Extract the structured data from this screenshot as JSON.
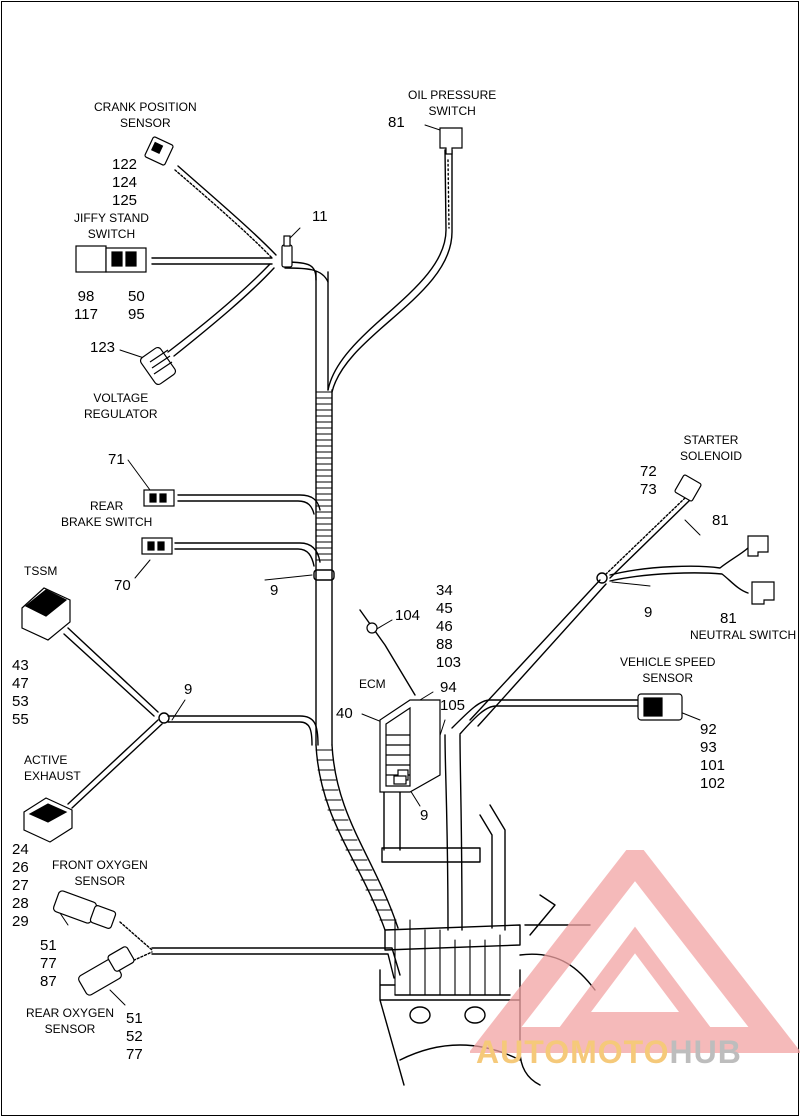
{
  "components": {
    "crank_position_sensor": {
      "label": "CRANK POSITION\nSENSOR",
      "refs": [
        "122",
        "124",
        "125"
      ]
    },
    "oil_pressure_switch": {
      "label": "OIL PRESSURE\nSWITCH",
      "ref": "81"
    },
    "clip_top": {
      "ref": "11"
    },
    "jiffy_stand_switch": {
      "label": "JIFFY STAND\nSWITCH",
      "refs_left": [
        "98",
        "117"
      ],
      "refs_right": [
        "50",
        "95"
      ]
    },
    "voltage_regulator": {
      "label": "VOLTAGE\nREGULATOR",
      "ref": "123"
    },
    "rear_brake_switch": {
      "label": "REAR\nBRAKE SWITCH",
      "ref": "71"
    },
    "connector_70": {
      "ref": "70"
    },
    "clip_9_left_upper": {
      "ref": "9"
    },
    "tssm": {
      "label": "TSSM",
      "refs": [
        "43",
        "47",
        "53",
        "55"
      ]
    },
    "clip_9_left_mid": {
      "ref": "9"
    },
    "active_exhaust": {
      "label": "ACTIVE\nEXHAUST",
      "refs": [
        "24",
        "26",
        "27",
        "28",
        "29"
      ]
    },
    "front_oxygen_sensor": {
      "label": "FRONT OXYGEN\nSENSOR",
      "refs": [
        "51",
        "77",
        "87"
      ]
    },
    "rear_oxygen_sensor": {
      "label": "REAR OXYGEN\nSENSOR",
      "refs": [
        "51",
        "52",
        "77"
      ]
    },
    "ecm": {
      "label": "ECM",
      "ref_left": "40",
      "refs_top": [
        "34",
        "45",
        "46",
        "88",
        "103"
      ],
      "refs_side": [
        "94",
        "105"
      ],
      "ref_clip": "9"
    },
    "ground_104": {
      "ref": "104"
    },
    "starter_solenoid": {
      "label": "STARTER\nSOLENOID",
      "refs": [
        "72",
        "73"
      ]
    },
    "starter_81": {
      "ref": "81"
    },
    "clip_9_right": {
      "ref": "9"
    },
    "neutral_switch": {
      "label": "NEUTRAL SWITCH",
      "ref": "81"
    },
    "vehicle_speed_sensor": {
      "label": "VEHICLE SPEED\nSENSOR",
      "refs": [
        "92",
        "93",
        "101",
        "102"
      ]
    }
  },
  "watermark": {
    "word_1": "AUTOMOTO",
    "word_2": "HUB",
    "color_primary": "#f2a3a3",
    "color_accent": "#f5c97a",
    "color_secondary": "#bdbdbd"
  }
}
